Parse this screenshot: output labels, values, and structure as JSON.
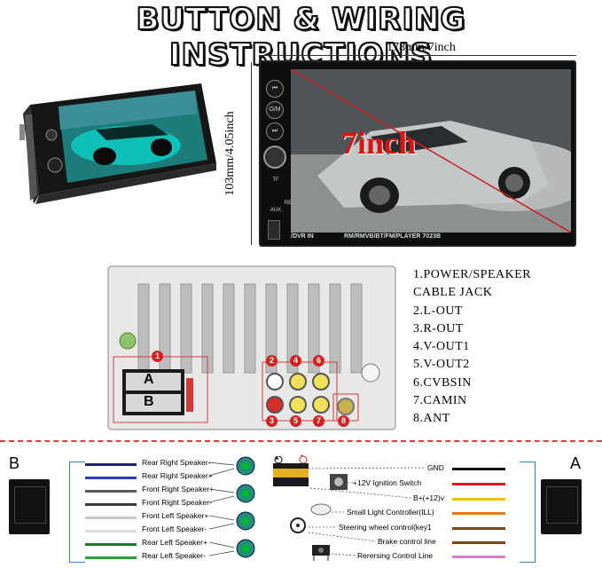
{
  "title": "BUTTON & WIRING INSTRUCTIONS",
  "dimensions": {
    "width": "178mm/7inch",
    "height": "103mm/4.05inch"
  },
  "screen_size": "7inch",
  "front_panel": {
    "strip_left": "/DVR IN",
    "strip_right": "RM/RMVB/BT/FM/PLAYER  7023B",
    "buttons": [
      "⏮",
      "O/M",
      "⏭"
    ],
    "labels": [
      "TF",
      "AUX",
      "RES"
    ]
  },
  "back_panel": {
    "connector_a": "A",
    "connector_b": "B",
    "markers": [
      "1",
      "2",
      "3",
      "4",
      "5",
      "6",
      "7",
      "8"
    ],
    "legend": [
      "1.POWER/SPEAKER",
      "CABLE JACK",
      "2.L-OUT",
      "3.R-OUT",
      "4.V-OUT1",
      "5.V-OUT2",
      "6.CVBSIN",
      "7.CAMIN",
      "8.ANT"
    ]
  },
  "wiring": {
    "plug_b": "B",
    "plug_a": "A",
    "left_wires": [
      {
        "label": "Rear Right Speaker-",
        "color": "#1c1f7a"
      },
      {
        "label": "Rear Right Speaker+",
        "color": "#2d3bb5"
      },
      {
        "label": "Front Right Speaker+",
        "color": "#5a5a5a"
      },
      {
        "label": "Front Right Speaker-",
        "color": "#3a3a3a"
      },
      {
        "label": "Front Left Speaker+",
        "color": "#c8c8c8"
      },
      {
        "label": "Front Left Speaker-",
        "color": "#dcdcdc"
      },
      {
        "label": "Rear Left Speaker+",
        "color": "#1e7a2a"
      },
      {
        "label": "Rear Left Speaker-",
        "color": "#2d9b3a"
      }
    ],
    "right_wires": [
      {
        "label": "GND",
        "color": "#111111"
      },
      {
        "label": "+12V Ignition Switch",
        "color": "#e01818"
      },
      {
        "label": "B+(+12)v",
        "color": "#f2c200"
      },
      {
        "label": "Small Light Controller(ILL)",
        "color": "#e87a10"
      },
      {
        "label": "Steering wheel control(key1",
        "color": "#7a4a1a"
      },
      {
        "label": "Brake control line",
        "color": "#7a4a1a"
      },
      {
        "label": "Rerersing Control Line",
        "color": "#e27ad0"
      }
    ],
    "battery_plus": "+",
    "battery_minus": "-"
  }
}
